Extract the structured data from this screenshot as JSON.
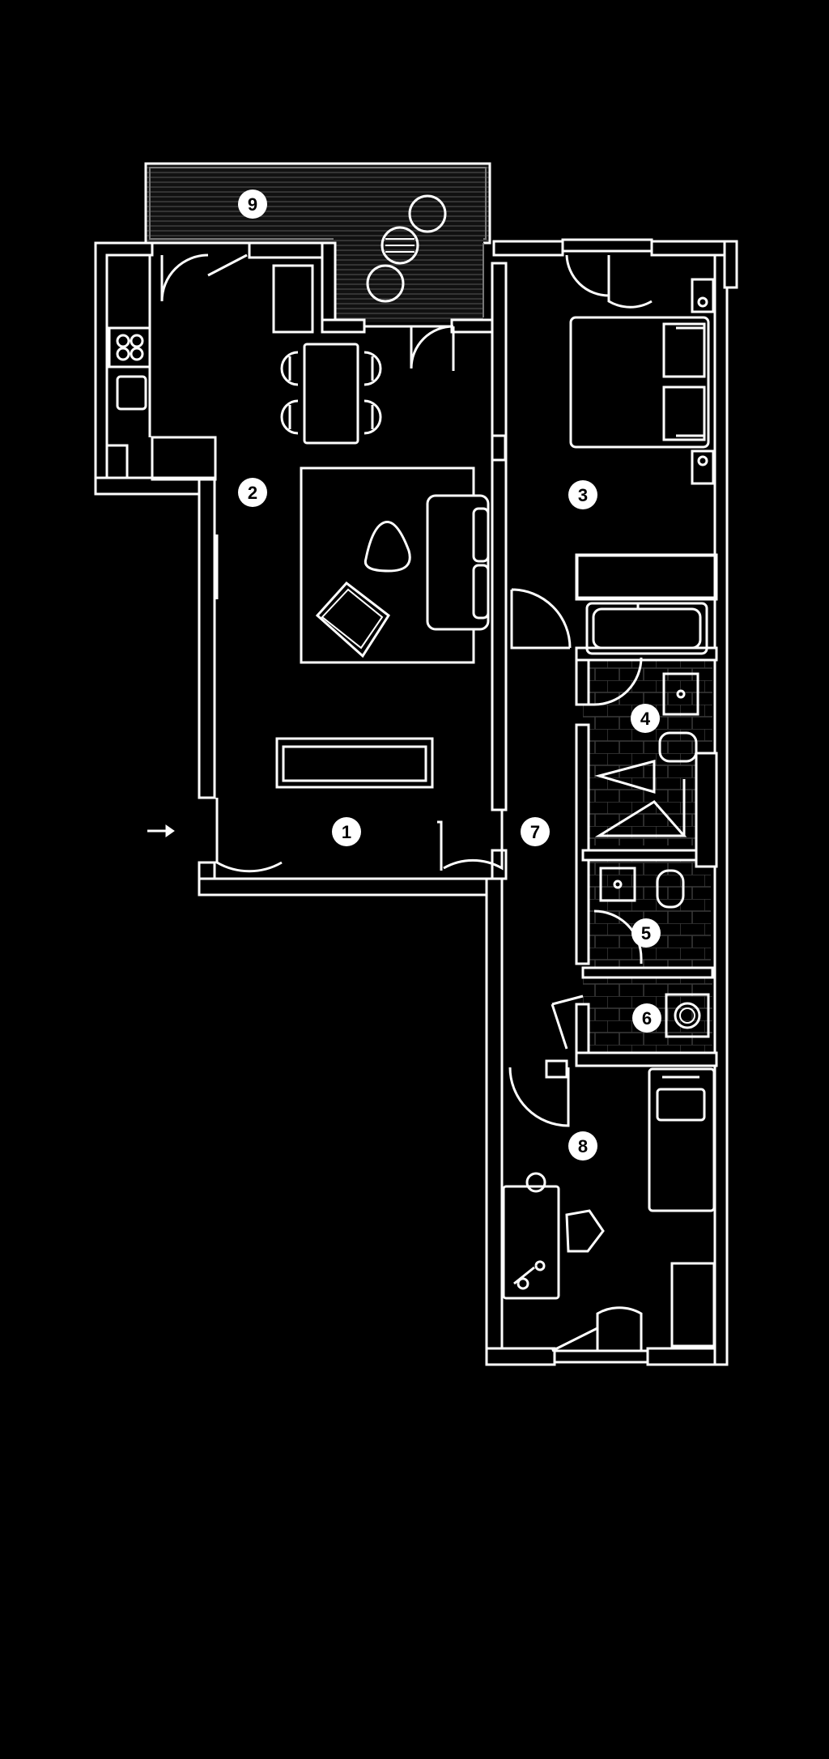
{
  "colors": {
    "background": "#000000",
    "line": "#ffffff",
    "tile": "#3a3a3a",
    "balcony_fill": "#1e1e1e"
  },
  "entrance": {
    "icon": "entrance-arrow-icon"
  },
  "rooms": [
    {
      "id": "hall",
      "number": "1"
    },
    {
      "id": "living-kitchen",
      "number": "2"
    },
    {
      "id": "bedroom-main",
      "number": "3"
    },
    {
      "id": "bathroom",
      "number": "4"
    },
    {
      "id": "wc",
      "number": "5"
    },
    {
      "id": "utility",
      "number": "6"
    },
    {
      "id": "corridor",
      "number": "7"
    },
    {
      "id": "bedroom-second",
      "number": "8"
    },
    {
      "id": "balcony",
      "number": "9"
    }
  ]
}
